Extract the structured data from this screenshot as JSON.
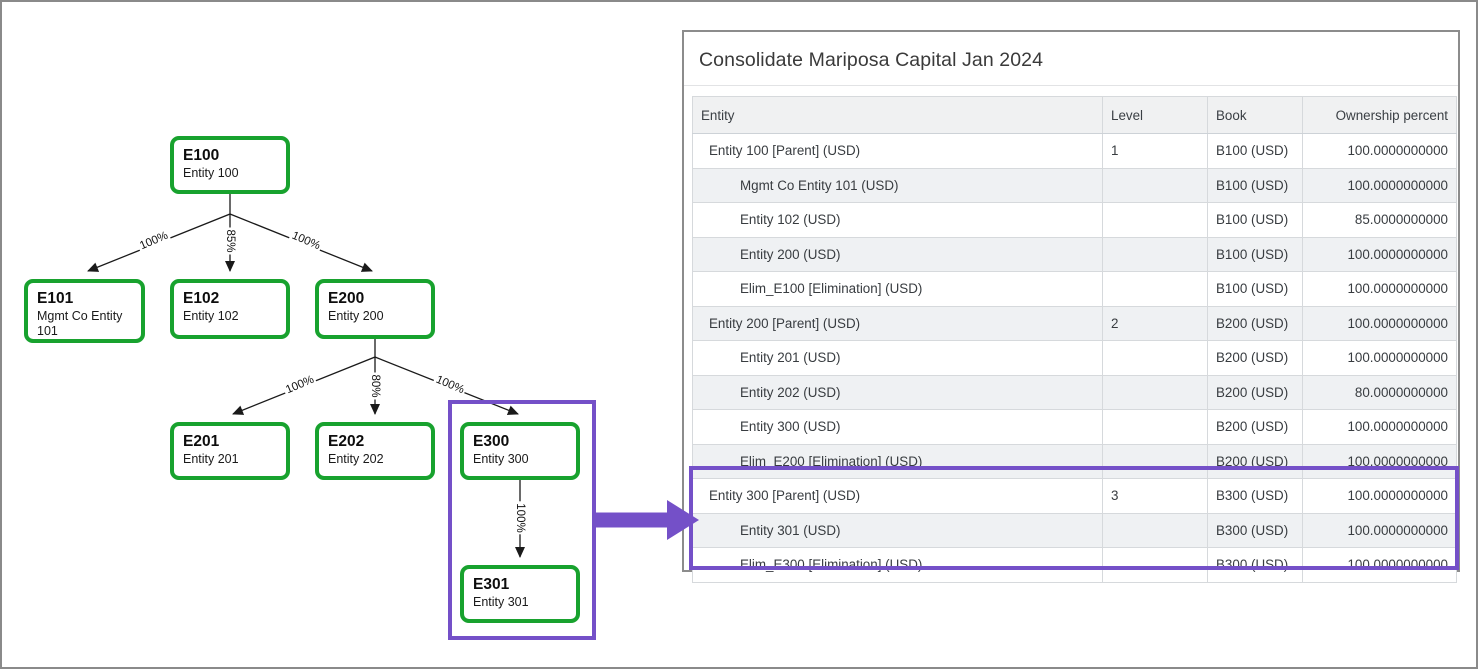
{
  "colors": {
    "node_border_green": "#18a22e",
    "highlight_purple": "#7450c8",
    "line_black": "#1a1a1a",
    "stripe_gray": "#eff1f3",
    "panel_border_gray": "#8c8c8c"
  },
  "diagram": {
    "nodes": [
      {
        "id": "E100",
        "label": "E100",
        "sublabel": "Entity 100"
      },
      {
        "id": "E101",
        "label": "E101",
        "sublabel": "Mgmt Co Entity 101"
      },
      {
        "id": "E102",
        "label": "E102",
        "sublabel": "Entity 102"
      },
      {
        "id": "E200",
        "label": "E200",
        "sublabel": "Entity 200"
      },
      {
        "id": "E201",
        "label": "E201",
        "sublabel": "Entity 201"
      },
      {
        "id": "E202",
        "label": "E202",
        "sublabel": "Entity 202"
      },
      {
        "id": "E300",
        "label": "E300",
        "sublabel": "Entity 300"
      },
      {
        "id": "E301",
        "label": "E301",
        "sublabel": "Entity 301"
      }
    ],
    "edges": [
      {
        "from": "E100",
        "to": "E101",
        "label": "100%"
      },
      {
        "from": "E100",
        "to": "E102",
        "label": "85%"
      },
      {
        "from": "E100",
        "to": "E200",
        "label": "100%"
      },
      {
        "from": "E200",
        "to": "E201",
        "label": "100%"
      },
      {
        "from": "E200",
        "to": "E202",
        "label": "80%"
      },
      {
        "from": "E200",
        "to": "E300",
        "label": "100%"
      },
      {
        "from": "E300",
        "to": "E301",
        "label": "100%"
      }
    ]
  },
  "panel": {
    "title": "Consolidate Mariposa Capital Jan 2024",
    "table": {
      "columns": [
        "Entity",
        "Level",
        "Book",
        "Ownership percent"
      ],
      "rows": [
        {
          "entity": "Entity 100 [Parent] (USD)",
          "level": "1",
          "book": "B100 (USD)",
          "ownership": "100.0000000000",
          "indent": false,
          "highlighted": false
        },
        {
          "entity": "Mgmt Co Entity 101 (USD)",
          "level": "",
          "book": "B100 (USD)",
          "ownership": "100.0000000000",
          "indent": true,
          "highlighted": false
        },
        {
          "entity": "Entity 102 (USD)",
          "level": "",
          "book": "B100 (USD)",
          "ownership": "85.0000000000",
          "indent": true,
          "highlighted": false
        },
        {
          "entity": "Entity 200 (USD)",
          "level": "",
          "book": "B100 (USD)",
          "ownership": "100.0000000000",
          "indent": true,
          "highlighted": false
        },
        {
          "entity": "Elim_E100 [Elimination] (USD)",
          "level": "",
          "book": "B100 (USD)",
          "ownership": "100.0000000000",
          "indent": true,
          "highlighted": false
        },
        {
          "entity": "Entity 200 [Parent] (USD)",
          "level": "2",
          "book": "B200 (USD)",
          "ownership": "100.0000000000",
          "indent": false,
          "highlighted": false
        },
        {
          "entity": "Entity 201 (USD)",
          "level": "",
          "book": "B200 (USD)",
          "ownership": "100.0000000000",
          "indent": true,
          "highlighted": false
        },
        {
          "entity": "Entity 202 (USD)",
          "level": "",
          "book": "B200 (USD)",
          "ownership": "80.0000000000",
          "indent": true,
          "highlighted": false
        },
        {
          "entity": "Entity 300 (USD)",
          "level": "",
          "book": "B200 (USD)",
          "ownership": "100.0000000000",
          "indent": true,
          "highlighted": false
        },
        {
          "entity": "Elim_E200 [Elimination] (USD)",
          "level": "",
          "book": "B200 (USD)",
          "ownership": "100.0000000000",
          "indent": true,
          "highlighted": false
        },
        {
          "entity": "Entity 300 [Parent] (USD)",
          "level": "3",
          "book": "B300 (USD)",
          "ownership": "100.0000000000",
          "indent": false,
          "highlighted": true
        },
        {
          "entity": "Entity 301 (USD)",
          "level": "",
          "book": "B300 (USD)",
          "ownership": "100.0000000000",
          "indent": true,
          "highlighted": true
        },
        {
          "entity": "Elim_E300 [Elimination] (USD)",
          "level": "",
          "book": "B300 (USD)",
          "ownership": "100.0000000000",
          "indent": true,
          "highlighted": true
        }
      ]
    }
  }
}
